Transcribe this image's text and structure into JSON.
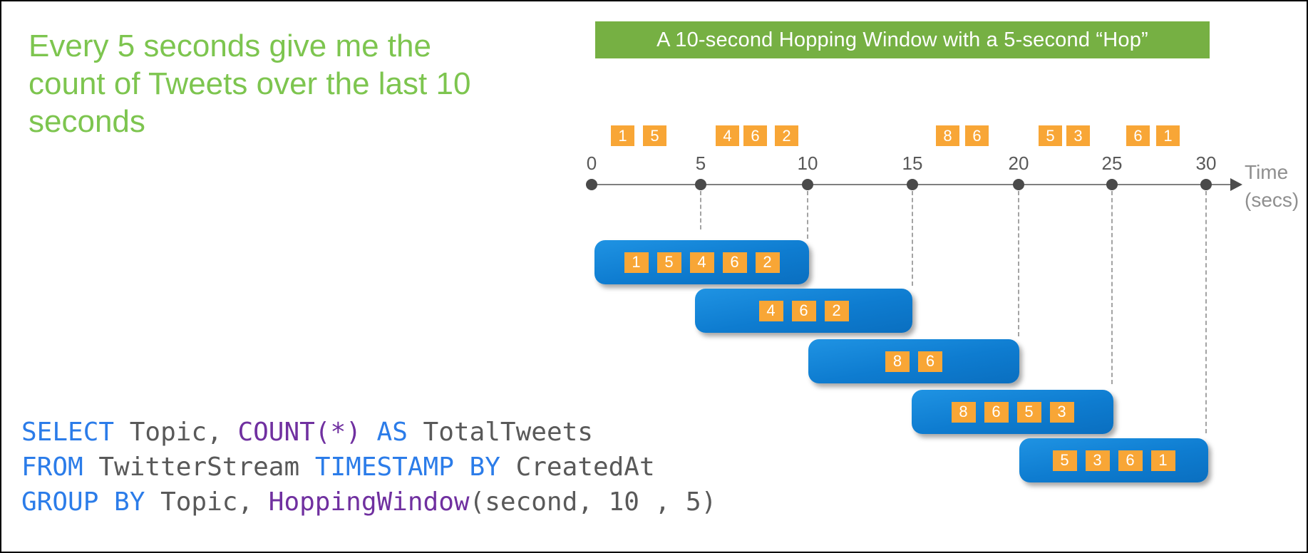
{
  "caption": {
    "lines": [
      "Every 5 seconds give me the",
      "count of Tweets over the last 10",
      "seconds"
    ]
  },
  "banner": {
    "text": "A 10-second Hopping Window with a 5-second “Hop”"
  },
  "timeline": {
    "tick_labels": [
      "0",
      "5",
      "10",
      "15",
      "20",
      "25",
      "30"
    ],
    "axis_label": {
      "line1": "Time",
      "line2": "(secs)"
    },
    "events": [
      "1",
      "5",
      "4",
      "6",
      "2",
      "8",
      "6",
      "5",
      "3",
      "6",
      "1"
    ]
  },
  "windows": [
    {
      "events": [
        "1",
        "5",
        "4",
        "6",
        "2"
      ]
    },
    {
      "events": [
        "4",
        "6",
        "2"
      ]
    },
    {
      "events": [
        "8",
        "6"
      ]
    },
    {
      "events": [
        "8",
        "6",
        "5",
        "3"
      ]
    },
    {
      "events": [
        "5",
        "3",
        "6",
        "1"
      ]
    }
  ],
  "code": {
    "lines": [
      [
        {
          "t": "SELECT",
          "c": "kw"
        },
        {
          "t": " Topic, ",
          "c": "pl"
        },
        {
          "t": "COUNT(*)",
          "c": "fn"
        },
        {
          "t": " ",
          "c": "pl"
        },
        {
          "t": "AS",
          "c": "kw"
        },
        {
          "t": " TotalTweets",
          "c": "pl"
        }
      ],
      [
        {
          "t": "FROM",
          "c": "kw"
        },
        {
          "t": " TwitterStream ",
          "c": "pl"
        },
        {
          "t": "TIMESTAMP BY",
          "c": "kw"
        },
        {
          "t": " CreatedAt",
          "c": "pl"
        }
      ],
      [
        {
          "t": "GROUP BY",
          "c": "kw"
        },
        {
          "t": " Topic, ",
          "c": "pl"
        },
        {
          "t": "HoppingWindow",
          "c": "fn"
        },
        {
          "t": "(second, 10 , 5)",
          "c": "pl"
        }
      ]
    ]
  },
  "colors": {
    "caption_green": "#7DC54F",
    "banner_green": "#76B043",
    "event_orange": "#F8A636",
    "window_blue": "#0D7CCE",
    "code_keyword": "#2B7CE9",
    "code_function": "#7030A0",
    "code_plain": "#595959"
  }
}
